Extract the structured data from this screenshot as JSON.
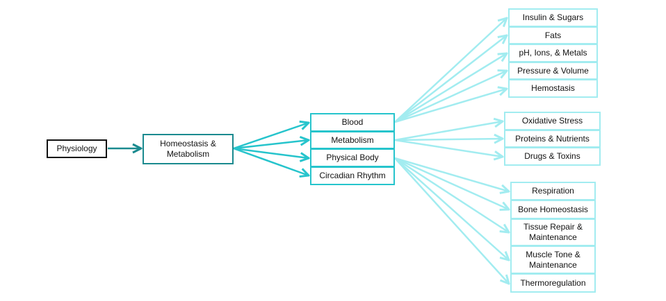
{
  "colors": {
    "root_border": "#111111",
    "mid_border": "#1a8a8f",
    "category_border": "#26c4cc",
    "leaf_border": "#a2ecf0",
    "arrow_dark": "#1a8a8f",
    "arrow_mid": "#26c4cc",
    "arrow_light": "#a2ecf0"
  },
  "root": {
    "label": "Physiology"
  },
  "mid": {
    "label": "Homeostasis &\nMetabolism"
  },
  "categories": [
    {
      "label": "Blood"
    },
    {
      "label": "Metabolism"
    },
    {
      "label": "Physical Body"
    },
    {
      "label": "Circadian Rhythm"
    }
  ],
  "blood_items": [
    {
      "label": "Insulin & Sugars"
    },
    {
      "label": "Fats"
    },
    {
      "label": "pH, Ions, & Metals"
    },
    {
      "label": "Pressure & Volume"
    },
    {
      "label": "Hemostasis"
    }
  ],
  "metabolism_items": [
    {
      "label": "Oxidative Stress"
    },
    {
      "label": "Proteins & Nutrients"
    },
    {
      "label": "Drugs & Toxins"
    }
  ],
  "physical_items": [
    {
      "label": "Respiration"
    },
    {
      "label": "Bone Homeostasis"
    },
    {
      "label": "Tissue Repair &\nMaintenance"
    },
    {
      "label": "Muscle Tone &\nMaintenance"
    },
    {
      "label": "Thermoregulation"
    }
  ]
}
